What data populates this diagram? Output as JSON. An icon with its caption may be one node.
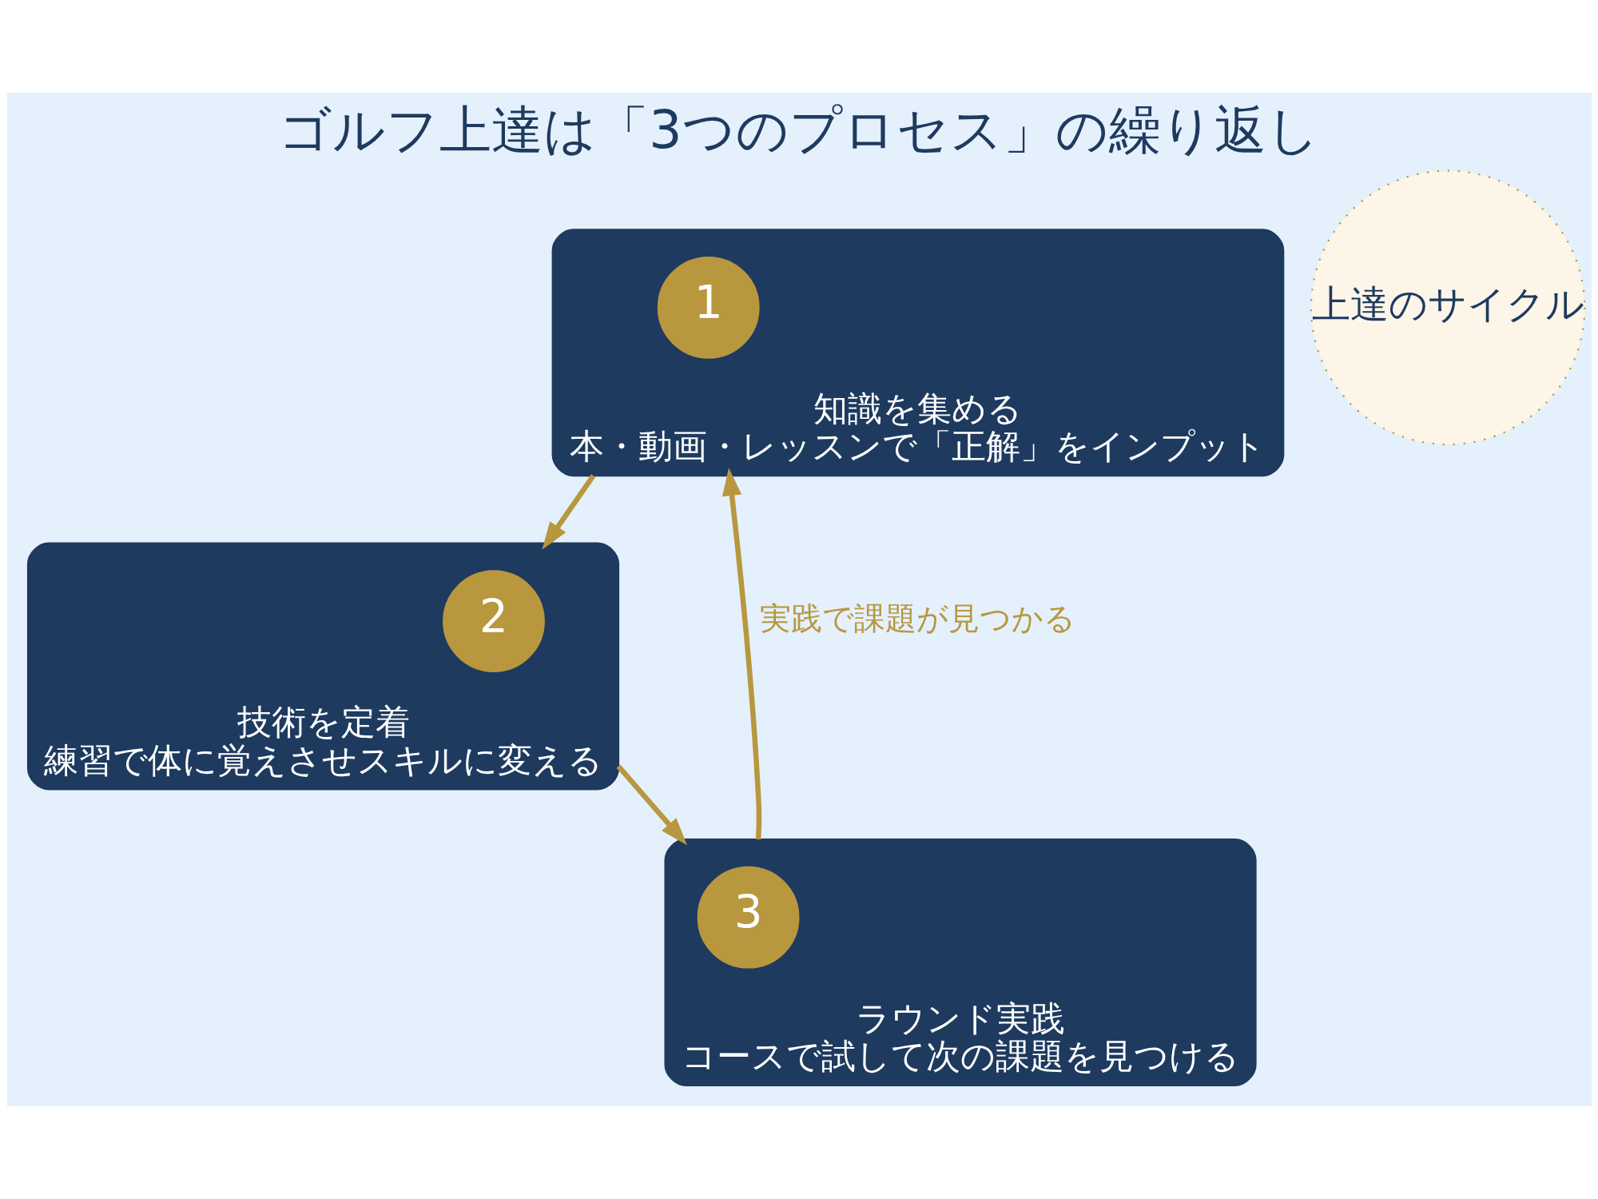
{
  "diagram": {
    "title": "ゴルフ上達は「3つのプロセス」の繰り返し",
    "nodes": [
      {
        "text": [
          "知識を集める",
          "本・動画・レッスンで「正解」をインプット"
        ]
      },
      {
        "text": [
          "1"
        ],
        "in": 0
      },
      {
        "text": [
          "技術を定着",
          "練習で体に覚えさせスキルに変える"
        ]
      },
      {
        "text": [
          "2"
        ],
        "in": 2
      },
      {
        "text": [
          "ラウンド実践",
          "コースで試して次の課題を見つける"
        ]
      },
      {
        "text": [
          "3"
        ],
        "in": 4
      },
      {
        "text": [
          "上達のサイクル"
        ]
      }
    ],
    "edges": [
      {
        "from": 0,
        "to": 2,
        "arrow": "to",
        "color": "#b8973e"
      },
      {
        "from": 2,
        "to": 4,
        "arrow": "to",
        "color": "#b8973e"
      },
      {
        "from": 4,
        "to": 0,
        "arrow": "to",
        "label": "実践で課題が見つかる",
        "color": "#b8973e"
      }
    ]
  }
}
